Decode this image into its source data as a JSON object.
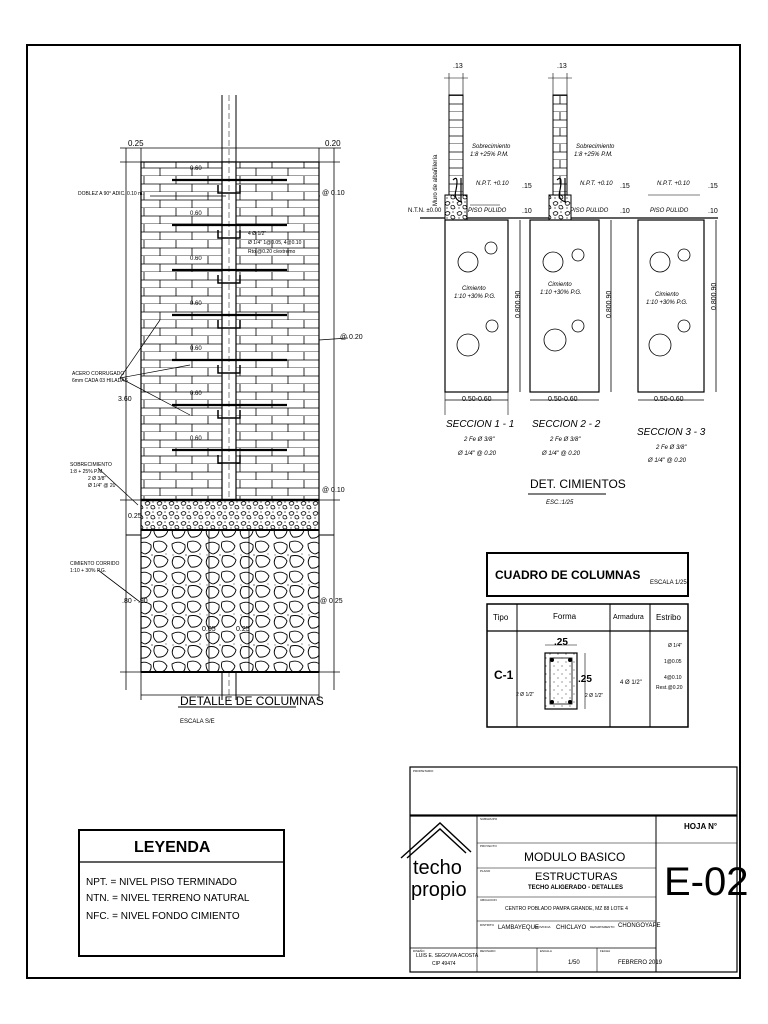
{
  "column_detail": {
    "title": "DETALLE DE COLUMNAS",
    "scale": "ESCALA S/E",
    "dim_top_left": "0.25",
    "dim_top_right": "0.20",
    "bar_spacing": "0.60",
    "doblez": "DOBLEZ A 90° ADIC. 0.10 m.",
    "right_rebar_1": "4 Ø 1/2\"",
    "right_rebar_2": "Ø 1/4\" 1@0.05, 4@0.10",
    "right_rebar_3": "Rto.@0.20 c/extremo",
    "spacing_010_top": "@ 0.10",
    "spacing_020": "@ 0.20",
    "acero_1": "ACERO CORRUGADO",
    "acero_2": "6mm CADA 03 HILADAS",
    "height": "3.60",
    "sobrecimiento_1": "SOBRECIMIENTO",
    "sobrecimiento_2": "1:8 + 25% P.M.",
    "sobrecimiento_3": "2 Ø 3/8\"",
    "sobrecimiento_4": "Ø 1/4\" @ 20",
    "spacing_010_bottom": "@ 0.10",
    "dim_025": "0.25",
    "cimiento_1": "CIMIENTO CORRIDO",
    "cimiento_2": "1:10 + 30% P.G.",
    "dim_080": ".80 - .90",
    "dim_025b": "@ 0.25",
    "dim_005": "0.05",
    "dim_025c": "0.25"
  },
  "foundation": {
    "title": "DET. CIMIENTOS",
    "scale": "ESC.:1/25",
    "wall_label": "Muro de albañilería",
    "sobre_1": "Sobrecimiento",
    "sobre_2": "1:8 +25% P.M.",
    "npt": "N.P.T. +0.10",
    "ntn": "N.T.N. ±0.00",
    "piso": "PISO PULIDO",
    "cim_1": "Cimiento",
    "cim_2": "1:10 +30% P.G.",
    "depth": "0.800.90",
    "width": "0.50-0.60",
    "dim_13": ".13",
    "dim_15": ".15",
    "dim_10": ".10",
    "rebar_1": "2 Fe Ø 3/8\"",
    "rebar_2": "Ø 1/4\" @ 0.20",
    "sections": [
      "SECCION  1 - 1",
      "SECCION  2 - 2",
      "SECCION  3 - 3"
    ]
  },
  "columns_table": {
    "title": "CUADRO DE COLUMNAS",
    "scale": "ESCALA 1/25",
    "headers": [
      "Tipo",
      "Forma",
      "Armadura",
      "Estribo"
    ],
    "tipo": "C-1",
    "dim_a": ".25",
    "dim_b": ".25",
    "rebar_left": "2 Ø 1/2\"",
    "rebar_right": "2 Ø 1/2\"",
    "armadura": "4 Ø 1/2\"",
    "estribo": [
      "Ø 1/4\"",
      "1@0.05",
      "4@0.10",
      "Rest.@0.20"
    ]
  },
  "legend": {
    "title": "LEYENDA",
    "items": [
      "NPT. = NIVEL PISO TERMINADO",
      "NTN. = NIVEL TERRENO NATURAL",
      "NFC. = NIVEL FONDO CIMIENTO"
    ]
  },
  "title_block": {
    "propietario_label": "PROPIETARIO",
    "subgrupo_label": "SUBGRUPO",
    "proyecto_label": "PROYECTO",
    "plano_label": "PLANO",
    "ubicacion_label": "UBICACION",
    "distrito_label": "DISTRITO",
    "provincia_label": "PROVINCIA",
    "departamento_label": "DEPARTAMENTO",
    "revisado_label": "REVISADO",
    "escala_label": "ESCALA",
    "fecha_label": "FECHA",
    "hoja_label": "HOJA N°",
    "logo_1": "techo",
    "logo_2": "propio",
    "project": "MODULO BASICO",
    "plan": "ESTRUCTURAS",
    "plan_sub": "TECHO ALIGERADO - DETALLES",
    "location": "CENTRO POBLADO PAMPA GRANDE, MZ 88 LOTE 4",
    "district": "LAMBAYEQUE",
    "province": "CHICLAYO",
    "department": "CHONGOYAPE",
    "designer_label": "DISEÑO",
    "designer": "LUIS E. SEGOVIA ACOSTA",
    "designer_cip": "CIP 49474",
    "scale": "1/50",
    "date": "FEBRERO 2019",
    "sheet": "E-02"
  }
}
